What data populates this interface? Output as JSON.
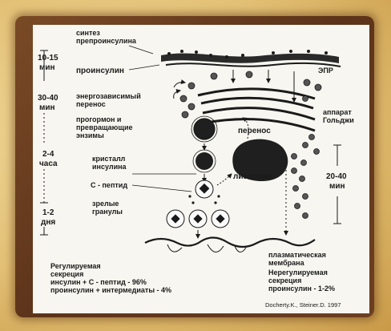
{
  "diagram": {
    "labels": {
      "synth_line1": "синтез",
      "synth_line2": "препроинсулина",
      "time_10_15_line1": "10-15",
      "time_10_15_line2": "мин",
      "proinsulin": "проинсулин",
      "er": "ЭПР",
      "time_30_40_line1": "30-40",
      "time_30_40_line2": "мин",
      "energy_line1": "энергозависимый",
      "energy_line2": "перенос",
      "golgi_line1": "аппарат",
      "golgi_line2": "Гольджи",
      "transfer": "перенос",
      "prohormone_line1": "прогормон и",
      "prohormone_line2": "превращающие",
      "prohormone_line3": "энзимы",
      "time_2_4_line1": "2-4",
      "time_2_4_line2": "часа",
      "crystal_line1": "кристалл",
      "crystal_line2": "инсулина",
      "lysosome": "лизосома",
      "c_peptide": "С - пептид",
      "time_20_40_line1": "20-40",
      "time_20_40_line2": "мин",
      "mature_line1": "зрелые",
      "mature_line2": "гранулы",
      "time_1_2_line1": "1-2",
      "time_1_2_line2": "дня",
      "membrane_line1": "плазматическая",
      "membrane_line2": "мембрана",
      "regulated_line1": "Регулируемая",
      "regulated_line2": "секреция",
      "regulated_line3": "инсулин + С - пептид - 96%",
      "regulated_line4": "проинсулин + интермедиаты - 4%",
      "unregulated_line1": "Нерегулируемая",
      "unregulated_line2": "секреция",
      "unregulated_line3": "проинсулин - 1-2%",
      "citation": "Docherty.K., Steiner.D. 1997"
    },
    "colors": {
      "ink": "#1a1a1a",
      "paper": "#f7f6f0",
      "board": "#5c331a",
      "frame": "#e3c176"
    }
  }
}
